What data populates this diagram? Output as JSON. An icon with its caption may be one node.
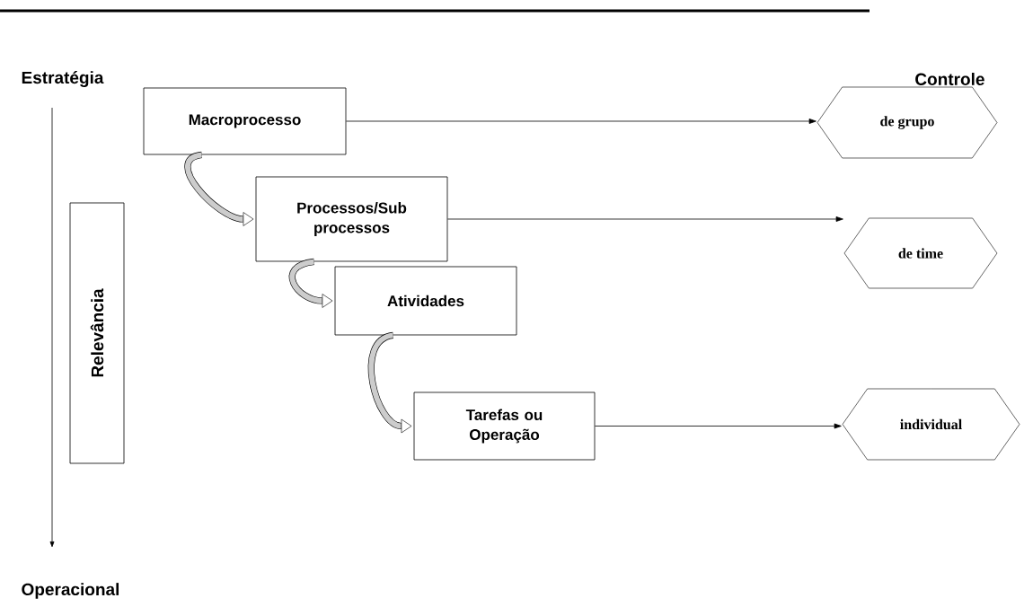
{
  "diagram": {
    "nodes": [
      {
        "text": [
          "Macroprocesso"
        ]
      },
      {
        "text": [
          "Processos/Sub processos"
        ]
      },
      {
        "text": [
          "Atividades"
        ]
      },
      {
        "text": [
          "Tarefas ou Operação"
        ]
      },
      {
        "text": [
          "Relevância"
        ]
      },
      {
        "text": [
          "de grupo"
        ]
      },
      {
        "text": [
          "de time"
        ]
      },
      {
        "text": [
          "individual"
        ]
      }
    ],
    "edges": [
      {
        "from": 0,
        "to": 5,
        "arrow": "to"
      },
      {
        "from": 1,
        "to": 6,
        "arrow": "to"
      },
      {
        "from": 3,
        "to": 7,
        "arrow": "to"
      },
      {
        "from": 0,
        "to": 1,
        "arrow": "to",
        "style": "thick"
      },
      {
        "from": 1,
        "to": 2,
        "arrow": "to",
        "style": "thick"
      },
      {
        "from": 2,
        "to": 3,
        "arrow": "to",
        "style": "thick"
      }
    ],
    "labels": [
      "Estratégia",
      "Controle",
      "Operacional"
    ]
  }
}
